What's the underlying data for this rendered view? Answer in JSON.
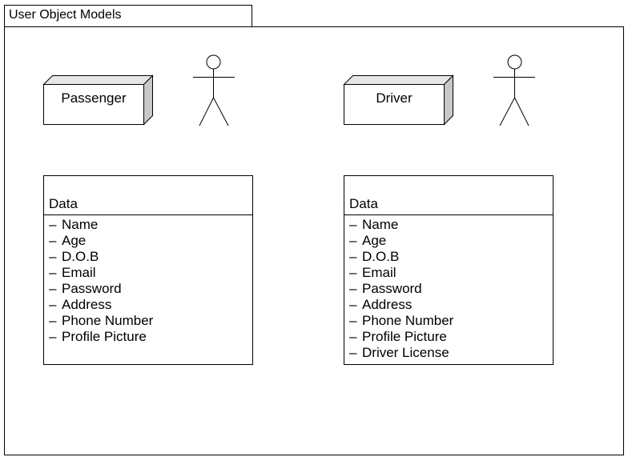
{
  "package": {
    "title": "User Object Models"
  },
  "nodes": [
    {
      "label": "Passenger"
    },
    {
      "label": "Driver"
    }
  ],
  "classes": [
    {
      "header": "Data",
      "attributes": [
        "Name",
        "Age",
        "D.O.B",
        "Email",
        "Password",
        "Address",
        "Phone Number",
        "Profile Picture"
      ]
    },
    {
      "header": "Data",
      "attributes": [
        "Name",
        "Age",
        "D.O.B",
        "Email",
        "Password",
        "Address",
        "Phone Number",
        "Profile Picture",
        "Driver License"
      ]
    }
  ],
  "attribute_prefix": "–",
  "colors": {
    "line": "#000000",
    "box_fill": "#ffffff",
    "node_side": "#c8c8c8",
    "node_top": "#e6e6e6"
  }
}
